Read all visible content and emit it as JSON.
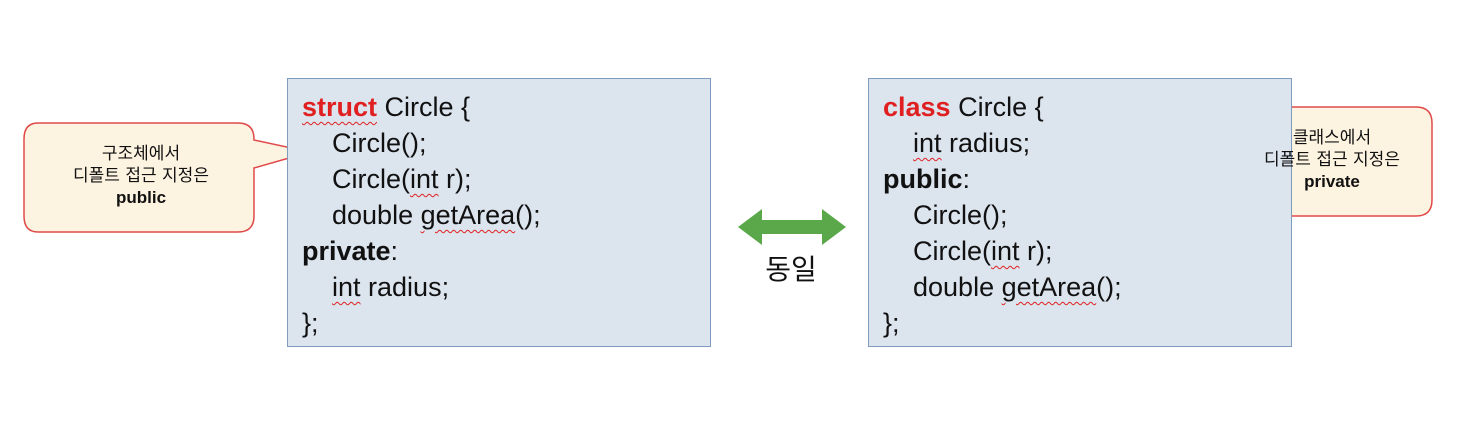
{
  "left_callout": {
    "line1": "구조체에서",
    "line2": "디폴트 접근 지정은",
    "line3": "public"
  },
  "struct_code": {
    "keyword": "struct",
    "header_rest": " Circle {",
    "ctor1": "Circle();",
    "ctor2_a": "Circle(",
    "ctor2_int": "int",
    "ctor2_b": " r);",
    "getarea_a": "double ",
    "getarea_name": "getArea",
    "getarea_b": "();",
    "access_kw": "private",
    "access_colon": ":",
    "member_int": "int",
    "member_rest": " radius;",
    "close": "};"
  },
  "equal_label": "동일",
  "class_code": {
    "keyword": "class",
    "header_rest": " Circle {",
    "member_int": "int",
    "member_rest": " radius;",
    "access_kw": "public",
    "access_colon": ":",
    "ctor1": "Circle();",
    "ctor2_a": "Circle(",
    "ctor2_int": "int",
    "ctor2_b": " r);",
    "getarea_a": "double ",
    "getarea_name": "getArea",
    "getarea_b": "();",
    "close": "};"
  },
  "right_callout": {
    "line1": "클래스에서",
    "line2": "디폴트 접근 지정은",
    "line3": "private"
  },
  "colors": {
    "keyword_red": "#e02020",
    "code_bg": "#dce4ee",
    "code_border": "#7f9bbd",
    "callout_fill": "#fdf3e1",
    "callout_border": "#e04a4a",
    "arrow_green": "#5aa84a"
  }
}
